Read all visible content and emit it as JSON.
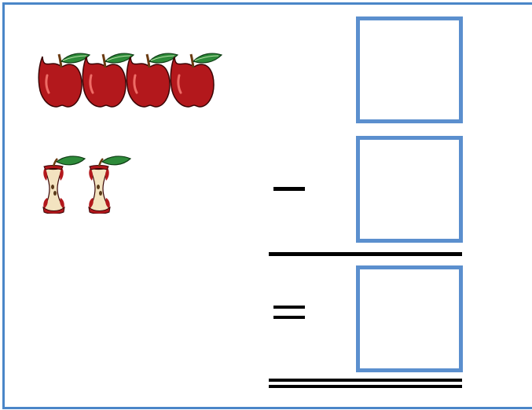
{
  "worksheet": {
    "type": "subtraction",
    "rows": [
      {
        "label": "minuend",
        "items": "apple",
        "count": 4
      },
      {
        "label": "subtrahend",
        "items": "apple-core",
        "count": 2,
        "operator": "minus-sign"
      },
      {
        "label": "result",
        "operator": "equals-sign"
      }
    ],
    "answer_boxes": 3,
    "colors": {
      "frame": "#4a86c8",
      "answer_box_border": "#5b8fce",
      "apple_red": "#b3181c",
      "leaf_green": "#2e8b3a",
      "core_flesh": "#f3e3c0",
      "lines": "#000000"
    }
  }
}
